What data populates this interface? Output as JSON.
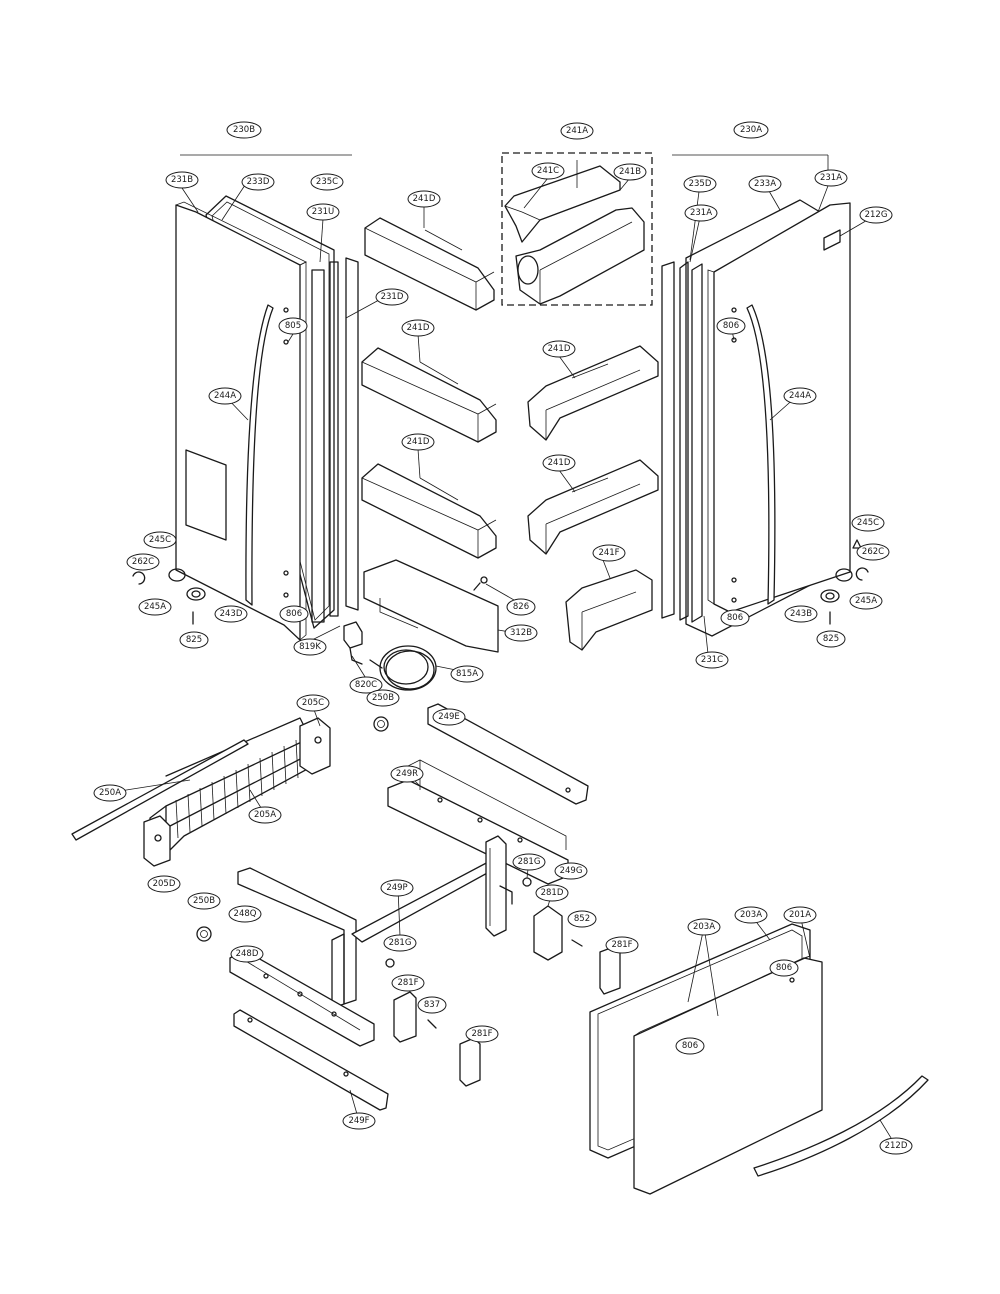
{
  "callouts": {
    "c230B": "230B",
    "c231B": "231B",
    "c233D": "233D",
    "c235C": "235C",
    "c231U": "231U",
    "c231D": "231D",
    "c805L": "805",
    "c244A_L": "244A",
    "c245C_L": "245C",
    "c262C_L": "262C",
    "c245A_L": "245A",
    "c243D": "243D",
    "c825L": "825",
    "c806L": "806",
    "c819K": "819K",
    "c820C": "820C",
    "c815A": "815A",
    "c826": "826",
    "c312B": "312B",
    "c241D_1": "241D",
    "c241D_2": "241D",
    "c241D_3": "241D",
    "c241D_4": "241D",
    "c241D_5": "241D",
    "c241F": "241F",
    "c241A": "241A",
    "c241C": "241C",
    "c241B": "241B",
    "c230A": "230A",
    "c235D": "235D",
    "c233A": "233A",
    "c231A": "231A",
    "c231A_2": "231A",
    "c212G": "212G",
    "c806R": "806",
    "c244A_R": "244A",
    "c245C_R": "245C",
    "c262C_R": "262C",
    "c245A_R": "245A",
    "c243B": "243B",
    "c825R": "825",
    "c806R2": "806",
    "c231C": "231C",
    "c205C": "205C",
    "c250A": "250A",
    "c205A": "205A",
    "c205D": "205D",
    "c250B_1": "250B",
    "c250B_2": "250B",
    "c249E": "249E",
    "c249R": "249R",
    "c281G_1": "281G",
    "c249G": "249G",
    "c249P": "249P",
    "c248Q": "248Q",
    "c281G_2": "281G",
    "c248D": "248D",
    "c281D": "281D",
    "c852": "852",
    "c281F_1": "281F",
    "c281F_2": "281F",
    "c281F_3": "281F",
    "c837": "837",
    "c249F": "249F",
    "c203A_1": "203A",
    "c203A_2": "203A",
    "c201A": "201A",
    "c806D1": "806",
    "c806D2": "806",
    "c212D": "212D"
  }
}
